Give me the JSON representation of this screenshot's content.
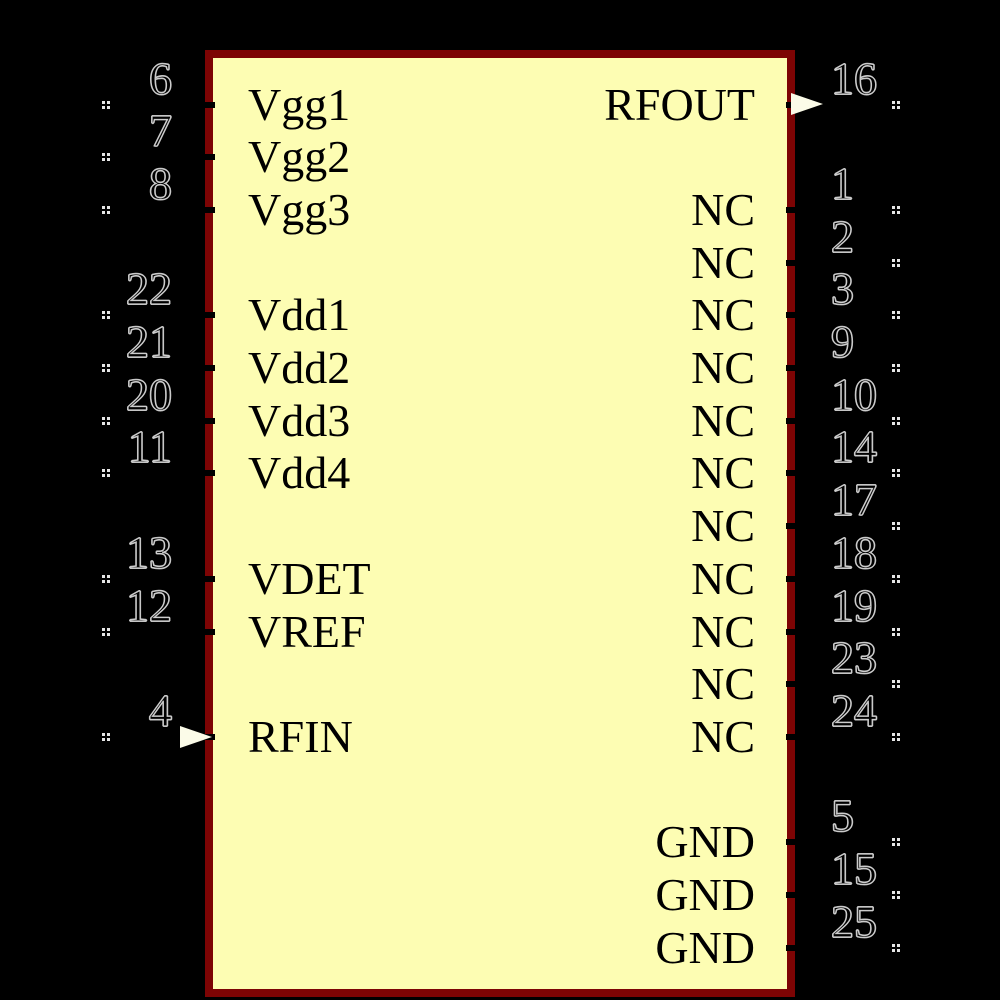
{
  "diagram": {
    "kind": "ic-schematic-symbol",
    "colors": {
      "background": "#000000",
      "body_fill": "#FDFDB3",
      "body_border": "#7D0404",
      "label_text": "#000000",
      "pin_number_fill": "#000000",
      "pin_number_outline": "#CDCDCD",
      "endpoint_dot": "#E6E6E6",
      "arrow_fill": "#FBFBE8",
      "pin_stub": "#000000"
    },
    "left_pins": [
      {
        "number": "6",
        "label": "Vgg1",
        "row": 0,
        "arrow": false
      },
      {
        "number": "7",
        "label": "Vgg2",
        "row": 1,
        "arrow": false
      },
      {
        "number": "8",
        "label": "Vgg3",
        "row": 2,
        "arrow": false
      },
      {
        "number": "22",
        "label": "Vdd1",
        "row": 4,
        "arrow": false
      },
      {
        "number": "21",
        "label": "Vdd2",
        "row": 5,
        "arrow": false
      },
      {
        "number": "20",
        "label": "Vdd3",
        "row": 6,
        "arrow": false
      },
      {
        "number": "11",
        "label": "Vdd4",
        "row": 7,
        "arrow": false
      },
      {
        "number": "13",
        "label": "VDET",
        "row": 9,
        "arrow": false
      },
      {
        "number": "12",
        "label": "VREF",
        "row": 10,
        "arrow": false
      },
      {
        "number": "4",
        "label": "RFIN",
        "row": 12,
        "arrow": true
      }
    ],
    "right_pins": [
      {
        "number": "16",
        "label": "RFOUT",
        "row": 0,
        "arrow": true
      },
      {
        "number": "1",
        "label": "NC",
        "row": 2,
        "arrow": false
      },
      {
        "number": "2",
        "label": "NC",
        "row": 3,
        "arrow": false
      },
      {
        "number": "3",
        "label": "NC",
        "row": 4,
        "arrow": false
      },
      {
        "number": "9",
        "label": "NC",
        "row": 5,
        "arrow": false
      },
      {
        "number": "10",
        "label": "NC",
        "row": 6,
        "arrow": false
      },
      {
        "number": "14",
        "label": "NC",
        "row": 7,
        "arrow": false
      },
      {
        "number": "17",
        "label": "NC",
        "row": 8,
        "arrow": false
      },
      {
        "number": "18",
        "label": "NC",
        "row": 9,
        "arrow": false
      },
      {
        "number": "19",
        "label": "NC",
        "row": 10,
        "arrow": false
      },
      {
        "number": "23",
        "label": "NC",
        "row": 11,
        "arrow": false
      },
      {
        "number": "24",
        "label": "NC",
        "row": 12,
        "arrow": false
      },
      {
        "number": "5",
        "label": "GND",
        "row": 14,
        "arrow": false
      },
      {
        "number": "15",
        "label": "GND",
        "row": 15,
        "arrow": false
      },
      {
        "number": "25",
        "label": "GND",
        "row": 16,
        "arrow": false
      }
    ]
  }
}
